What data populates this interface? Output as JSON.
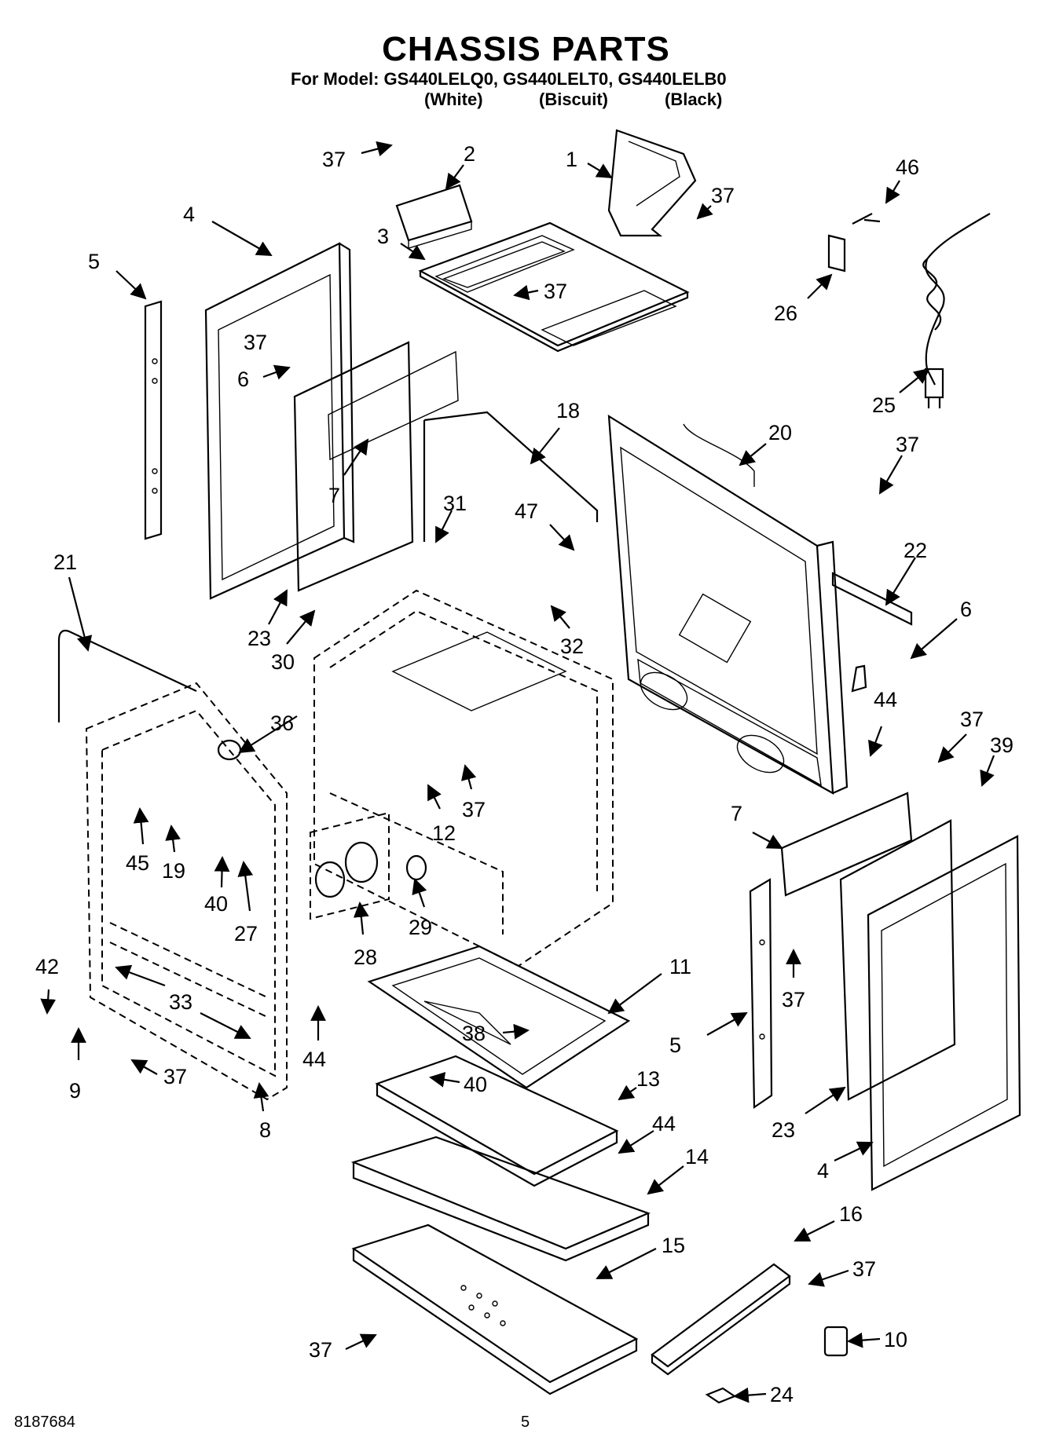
{
  "header": {
    "title": "CHASSIS PARTS",
    "model_line": "For Model: GS440LELQ0, GS440LELT0, GS440LELB0",
    "variants": [
      "(White)",
      "(Biscuit)",
      "(Black)"
    ]
  },
  "footer": {
    "doc_number": "8187684",
    "page_number": "5"
  },
  "callouts": [
    {
      "id": "c37a",
      "text": "37"
    },
    {
      "id": "c2",
      "text": "2"
    },
    {
      "id": "c1",
      "text": "1"
    },
    {
      "id": "c37b",
      "text": "37"
    },
    {
      "id": "c46",
      "text": "46"
    },
    {
      "id": "c4a",
      "text": "4"
    },
    {
      "id": "c3",
      "text": "3"
    },
    {
      "id": "c37c",
      "text": "37"
    },
    {
      "id": "c5a",
      "text": "5"
    },
    {
      "id": "c37d",
      "text": "37"
    },
    {
      "id": "c26",
      "text": "26"
    },
    {
      "id": "c6a",
      "text": "6"
    },
    {
      "id": "c25",
      "text": "25"
    },
    {
      "id": "c18",
      "text": "18"
    },
    {
      "id": "c20",
      "text": "20"
    },
    {
      "id": "c37e",
      "text": "37"
    },
    {
      "id": "c7a",
      "text": "7"
    },
    {
      "id": "c31",
      "text": "31"
    },
    {
      "id": "c47",
      "text": "47"
    },
    {
      "id": "c22",
      "text": "22"
    },
    {
      "id": "c21",
      "text": "21"
    },
    {
      "id": "c6b",
      "text": "6"
    },
    {
      "id": "c23a",
      "text": "23"
    },
    {
      "id": "c30",
      "text": "30"
    },
    {
      "id": "c32",
      "text": "32"
    },
    {
      "id": "c36",
      "text": "36"
    },
    {
      "id": "c44a",
      "text": "44"
    },
    {
      "id": "c37f",
      "text": "37"
    },
    {
      "id": "c39",
      "text": "39"
    },
    {
      "id": "c37g",
      "text": "37"
    },
    {
      "id": "c12",
      "text": "12"
    },
    {
      "id": "c7b",
      "text": "7"
    },
    {
      "id": "c45",
      "text": "45"
    },
    {
      "id": "c19",
      "text": "19"
    },
    {
      "id": "c40a",
      "text": "40"
    },
    {
      "id": "c27",
      "text": "27"
    },
    {
      "id": "c29",
      "text": "29"
    },
    {
      "id": "c28",
      "text": "28"
    },
    {
      "id": "c11",
      "text": "11"
    },
    {
      "id": "c42",
      "text": "42"
    },
    {
      "id": "c33",
      "text": "33"
    },
    {
      "id": "c37h",
      "text": "37"
    },
    {
      "id": "c5b",
      "text": "5"
    },
    {
      "id": "c38",
      "text": "38"
    },
    {
      "id": "c44b",
      "text": "44"
    },
    {
      "id": "c9",
      "text": "9"
    },
    {
      "id": "c37i",
      "text": "37"
    },
    {
      "id": "c40b",
      "text": "40"
    },
    {
      "id": "c13",
      "text": "13"
    },
    {
      "id": "c8",
      "text": "8"
    },
    {
      "id": "c44c",
      "text": "44"
    },
    {
      "id": "c23b",
      "text": "23"
    },
    {
      "id": "c14",
      "text": "14"
    },
    {
      "id": "c4b",
      "text": "4"
    },
    {
      "id": "c16",
      "text": "16"
    },
    {
      "id": "c15",
      "text": "15"
    },
    {
      "id": "c37j",
      "text": "37"
    },
    {
      "id": "c37k",
      "text": "37"
    },
    {
      "id": "c10",
      "text": "10"
    },
    {
      "id": "c24",
      "text": "24"
    }
  ]
}
